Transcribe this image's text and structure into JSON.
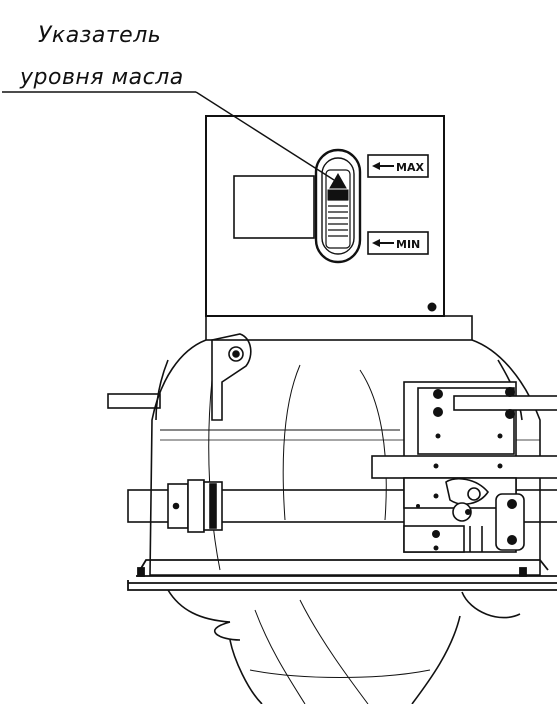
{
  "callout": {
    "line1": "Указатель",
    "line2": "уровня масла"
  },
  "indicator": {
    "max_label": "MAX",
    "min_label": "MIN"
  }
}
